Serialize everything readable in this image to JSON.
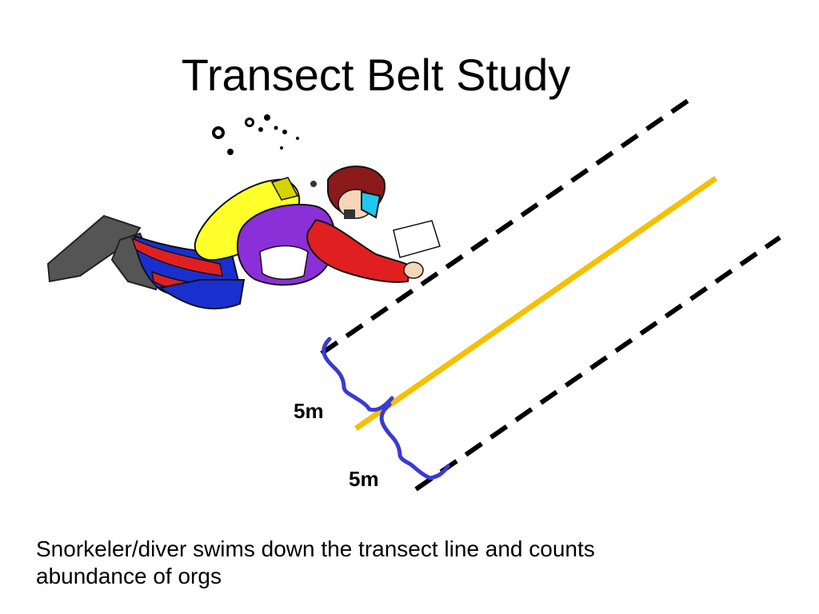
{
  "slide": {
    "title": "Transect Belt Study",
    "caption": "Snorkeler/diver swims down the transect line and counts abundance of orgs"
  },
  "diagram": {
    "upper_distance_label": "5m",
    "lower_distance_label": "5m",
    "colors": {
      "transect_line": "#f5c000",
      "belt_boundary": "#000000",
      "distance_brace": "#3a3ad0"
    }
  }
}
